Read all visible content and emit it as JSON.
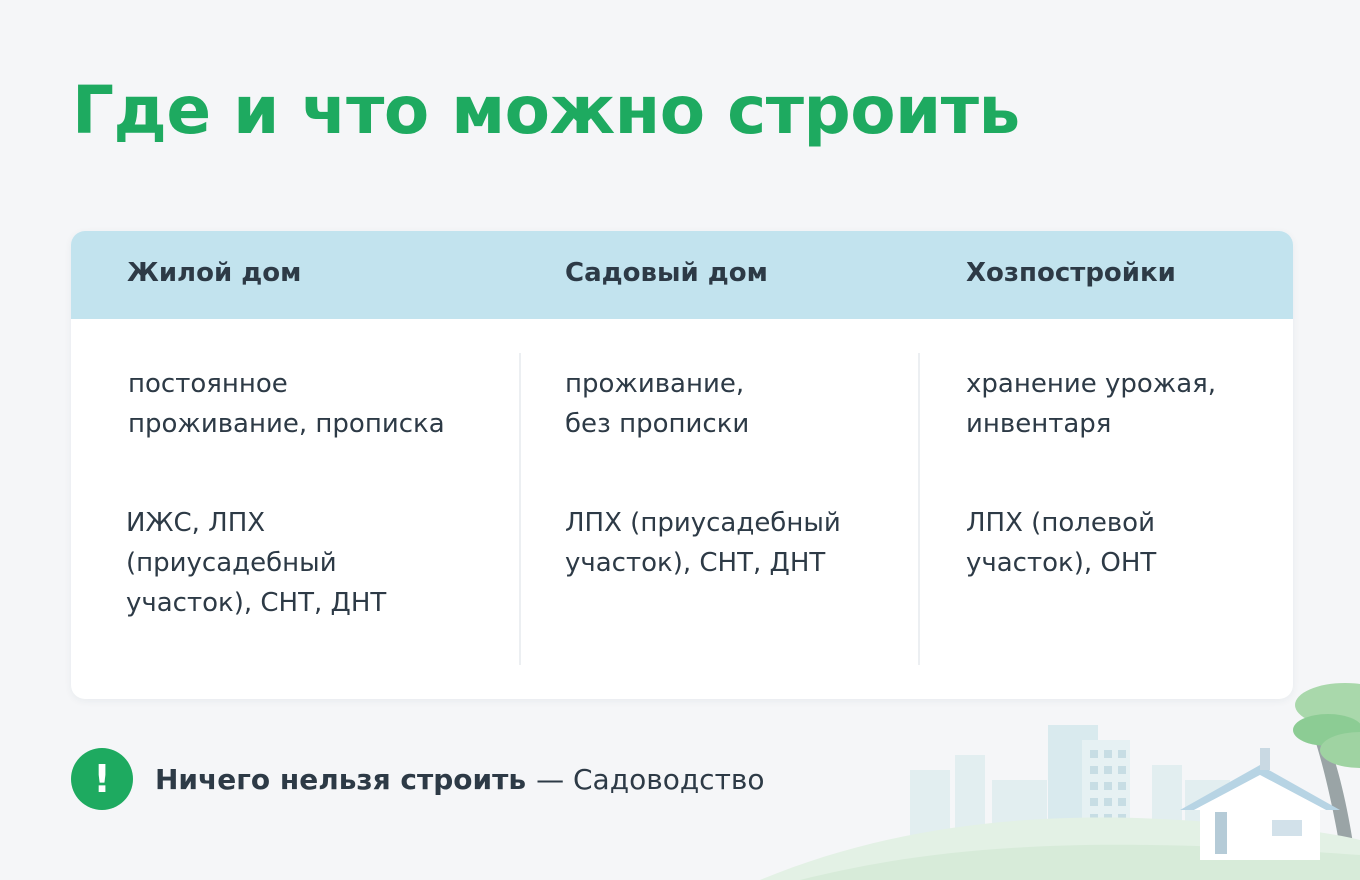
{
  "title": "Где и что можно строить",
  "columns": [
    {
      "heading": "Жилой дом",
      "purpose": "постоянное\nпроживание, прописка",
      "land_types": "ИЖС, ЛПХ\n(приусадебный\nучасток), СНТ, ДНТ"
    },
    {
      "heading": "Садовый дом",
      "purpose": "проживание,\nбез прописки",
      "land_types": "ЛПХ (приусадебный\nучасток), СНТ, ДНТ"
    },
    {
      "heading": "Хозпостройки",
      "purpose": "хранение урожая,\nинвентаря",
      "land_types": "ЛПХ (полевой\nучасток), ОНТ"
    }
  ],
  "note": {
    "badge": "!",
    "bold": "Ничего нельзя строить",
    "rest": "— Садоводство"
  },
  "colors": {
    "accent": "#1eaa60",
    "header_bg": "#c2e3ee",
    "text": "#2d3a46",
    "background": "#f5f6f8"
  },
  "icons": [
    "exclamation-icon",
    "house-illustration",
    "tree-illustration",
    "city-illustration"
  ]
}
